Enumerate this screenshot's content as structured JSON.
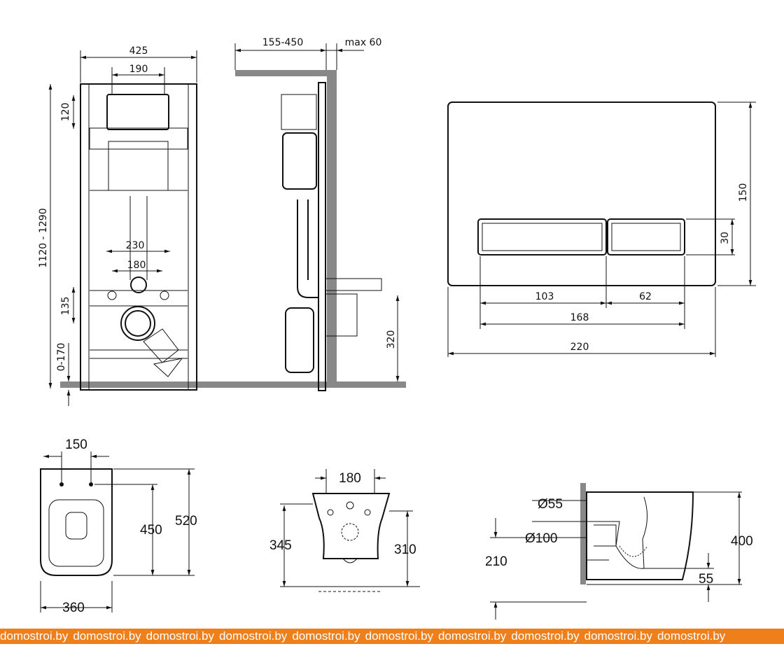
{
  "frame_front": {
    "width": "425",
    "plate_width": "190",
    "plate_height": "120",
    "height": "1120 - 1290",
    "stud_outer": "230",
    "stud_inner": "180",
    "drain_offset": "135",
    "floor_adjust": "0-170"
  },
  "frame_side": {
    "depth": "155-450",
    "wall_max": "max 60",
    "drain_height": "320"
  },
  "flush_panel": {
    "height": "150",
    "button_height": "30",
    "left_button": "103",
    "right_button": "62",
    "buttons_total": "168",
    "width": "220"
  },
  "bowl_top": {
    "bolt_spacing": "150",
    "bolt_to_front": "450",
    "length": "520",
    "width": "360"
  },
  "bowl_back": {
    "bolt_spacing": "180",
    "bolt_height": "345",
    "drain_height": "310"
  },
  "bowl_side": {
    "inlet": "Ø55",
    "outlet": "Ø100",
    "outlet_height": "210",
    "height": "400",
    "trap": "55"
  },
  "watermark": {
    "items": [
      "domostroi.by",
      "domostroi.by",
      "domostroi.by",
      "domostroi.by",
      "domostroi.by",
      "domostroi.by",
      "domostroi.by",
      "domostroi.by",
      "domostroi.by",
      "domostroi.by"
    ]
  }
}
